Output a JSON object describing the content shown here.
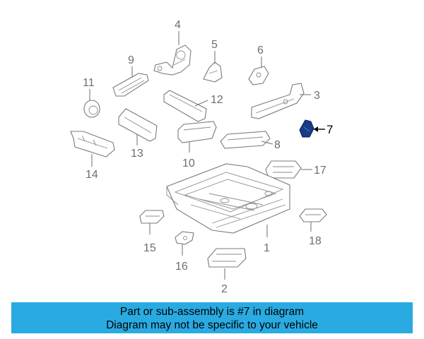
{
  "diagram": {
    "labels": {
      "p1": "1",
      "p2": "2",
      "p3": "3",
      "p4": "4",
      "p5": "5",
      "p6": "6",
      "p7": "7",
      "p8": "8",
      "p9": "9",
      "p10": "10",
      "p11": "11",
      "p12": "12",
      "p13": "13",
      "p14": "14",
      "p15": "15",
      "p16": "16",
      "p17": "17",
      "p18": "18"
    },
    "highlight_part": "7",
    "highlight_color": "#1a3a8a"
  },
  "banner": {
    "line1": "Part or sub-assembly is #7 in diagram",
    "line2": "Diagram may not be specific to your vehicle",
    "background": "#29abe2"
  }
}
